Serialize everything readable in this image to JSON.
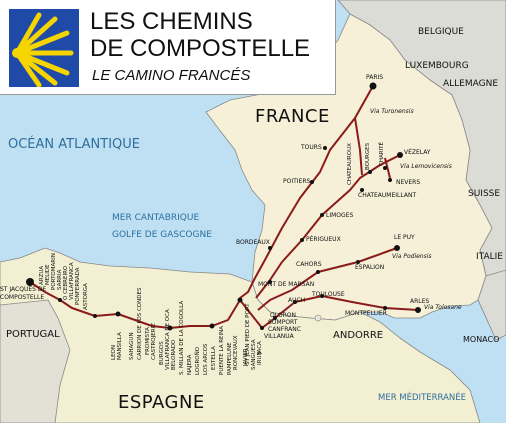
{
  "title": {
    "line1": "LES CHEMINS",
    "line2": "DE COMPOSTELLE",
    "subtitle": "LE CAMINO FRANCÉS"
  },
  "countries": {
    "france": "FRANCE",
    "espagne": "ESPAGNE",
    "portugal": "PORTUGAL",
    "andorre": "ANDORRE",
    "belgique": "BELGIQUE",
    "luxembourg": "LUXEMBOURG",
    "allemagne": "ALLEMAGNE",
    "suisse": "SUISSE",
    "italie": "ITALIE",
    "monaco": "MONACO"
  },
  "seas": {
    "atlantique": "OCÉAN ATLANTIQUE",
    "cantabrique": "MER CANTABRIQUE",
    "gascogne": "GOLFE DE GASCOGNE",
    "mediterranee": "MER MÉDITERRANÉE"
  },
  "vias": {
    "turonensis": "Via Turonensis",
    "lemovicensis": "Via Lemovicensis",
    "podiensis": "Via Podiensis",
    "tolosane": "Via Tolosane"
  },
  "cities": {
    "paris": "PARIS",
    "tours": "TOURS",
    "chateauroux": "CHATEAUROUX",
    "bourges": "BOURGES",
    "charite": "CHARITÉ",
    "vezelay": "VÉZELAY",
    "nevers": "NEVERS",
    "chateaumeillant": "CHATEAUMEILLANT",
    "poitiers": "POITIERS",
    "limoges": "LIMOGES",
    "bordeaux": "BORDEAUX",
    "perigueux": "PÉRIGUEUX",
    "le_puy": "LE PUY",
    "cahors": "CAHORS",
    "espalion": "ESPALION",
    "mont_de_marsan": "MONT DE MARSAN",
    "toulouse": "TOULOUSE",
    "auch": "AUCH",
    "montpellier": "MONTPELLIER",
    "arles": "ARLES",
    "oloron": "OLORON",
    "somport": "SOMPORT",
    "canfranc": "CANFRANC",
    "villanua": "VILLANUA",
    "jaca": "JACA",
    "javier": "JAVIER",
    "st_jacques": "ST JACQUES DE",
    "st_jacques_2": "COMPOSTELLE"
  },
  "vertical_cities": [
    "ARZUA",
    "MELIDE",
    "PORTOMARIN",
    "SARRIA",
    "O CEBREIRO",
    "VILLAFRANCA",
    "PONFERRADA",
    "ASTORGA",
    "LEON",
    "MANSILLA",
    "SAHAGUN",
    "CARRION DE LOS CONDES",
    "FROMISTA",
    "CASTROJERIZ",
    "BURGOS",
    "VILLAFRANCA DE OCA",
    "BELORADO",
    "S. MILLAN DE LA COGOLLA",
    "NAJERA",
    "LOGROÑO",
    "LOS ARCOS",
    "ESTELLA",
    "PUENTE LA REINA",
    "PAMPELUNE",
    "RONCEVAUX",
    "ST JEAN PIED DE PORT",
    "SANGUESA",
    "IRUN"
  ],
  "colors": {
    "sea": "#bfe0f3",
    "france": "#f5f0d7",
    "spain": "#f3efd2",
    "neighbors": "#dcdcd6",
    "route": "#8b1a1a",
    "border": "#888888",
    "shell_bg": "#1f4aa8",
    "shell_fg": "#f5d400"
  },
  "icons": {
    "shell": "scallop-shell-icon"
  }
}
